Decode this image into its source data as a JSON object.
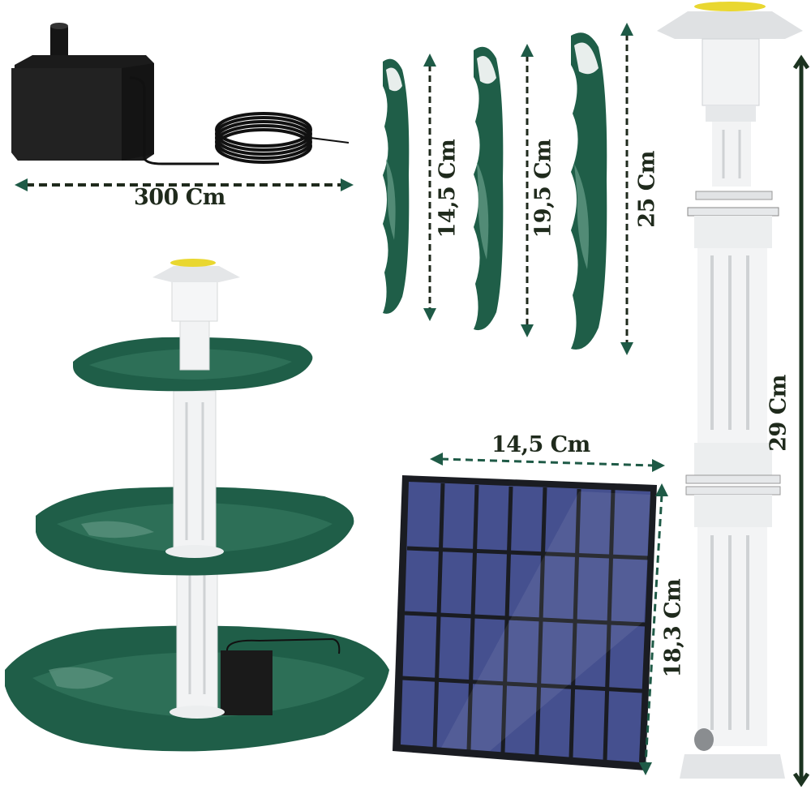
{
  "image": {
    "description": "Solar bird bath fountain product dimensions",
    "background": "#ffffff"
  },
  "colors": {
    "dimension_green": "#1e5a46",
    "text_dark": "#1f2a1c",
    "tray_green": "#1f5e48",
    "tray_highlight": "#5f9682",
    "column_white": "#f2f3f4",
    "pump_black": "#1b1b1b",
    "panel_blue": "#45508f",
    "panel_frame": "#1a1c22",
    "nozzle_yellow": "#e9d730"
  },
  "components": {
    "pump": {
      "name": "water-pump",
      "cable_length_label": "300 Cm"
    },
    "trays": [
      {
        "name": "small-tray",
        "height_label": "14,5 Cm"
      },
      {
        "name": "medium-tray",
        "height_label": "19,5 Cm"
      },
      {
        "name": "large-tray",
        "height_label": "25 Cm"
      }
    ],
    "solar_panel": {
      "width_label": "14,5 Cm",
      "height_label": "18,3 Cm",
      "grid_cols": 7,
      "grid_rows": 4
    },
    "column": {
      "height_label": "29 Cm"
    },
    "fountain_assembly": {
      "tiers": 3
    }
  }
}
